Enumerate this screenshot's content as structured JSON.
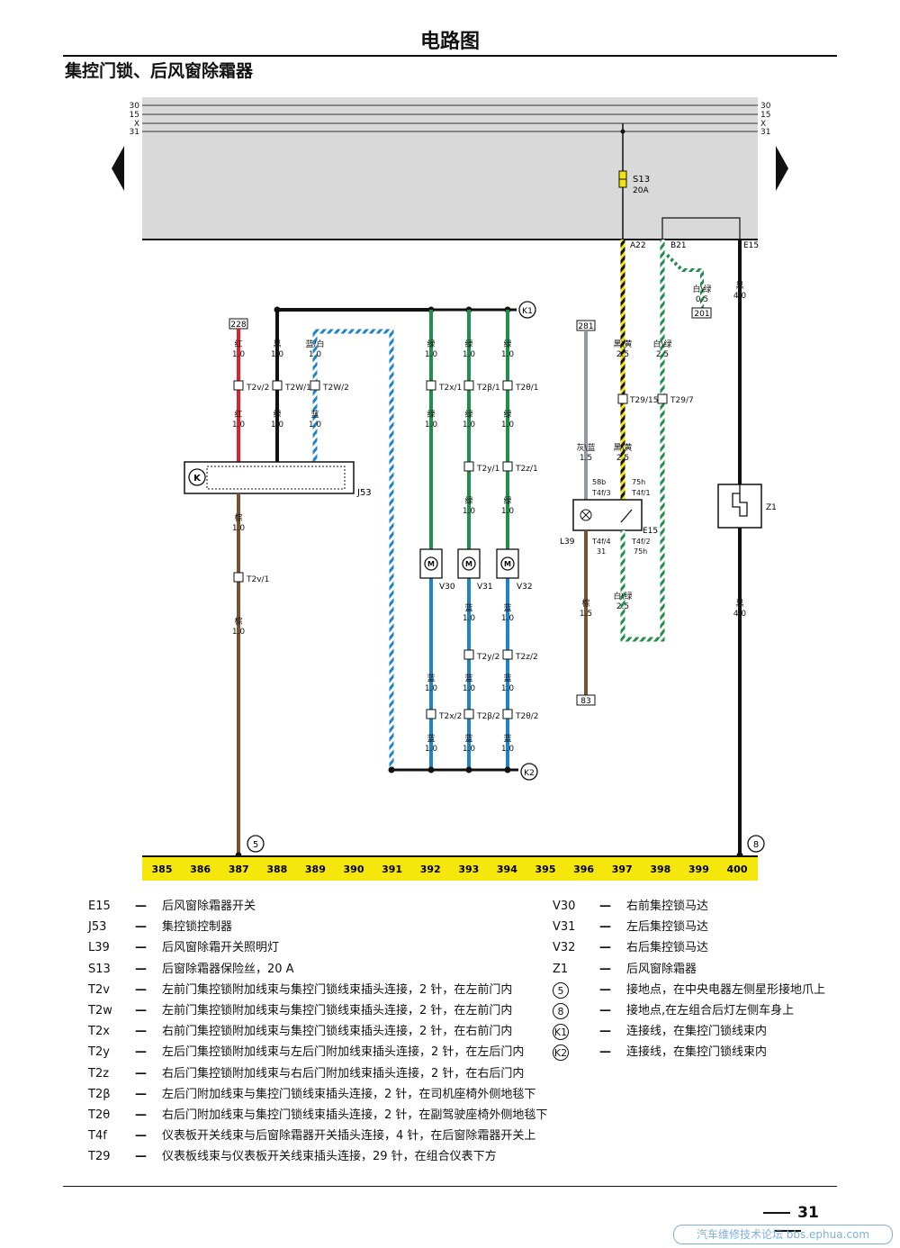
{
  "page": {
    "header": "电路图",
    "subtitle": "集控门锁、后风窗除霜器",
    "page_number": "31",
    "watermark": "汽车维修技术论坛 bbs.ephua.com"
  },
  "bus": {
    "lines": [
      "30",
      "15",
      "X",
      "31"
    ],
    "fuse_label": "S13",
    "fuse_rating": "20A",
    "pins": [
      "A22",
      "B21",
      "E15"
    ]
  },
  "grid": [
    "385",
    "386",
    "387",
    "388",
    "389",
    "390",
    "391",
    "392",
    "393",
    "394",
    "395",
    "396",
    "397",
    "398",
    "399",
    "400"
  ],
  "connectors": {
    "k1": "K1",
    "k2": "K2",
    "g5": "5",
    "g8": "8",
    "ref228": "228",
    "ref281": "281",
    "ref201": "201",
    "ref83": "83"
  },
  "wires": {
    "red_1": "红",
    "black_1": "黑",
    "bluewhite_1": "蓝/白",
    "green": "绿",
    "blue": "蓝",
    "brown": "棕",
    "blackyellow": "黑\\黄",
    "whitegreen": "白\\绿",
    "greyblue": "灰\\蓝",
    "black": "黑",
    "size_10": "1.0",
    "size_15": "1.5",
    "size_25": "2.5",
    "size_40": "4.0",
    "size_05": "0.5"
  },
  "labels": {
    "t2v2": "T2v/2",
    "t2w1": "T2W/1",
    "t2w2": "T2W/2",
    "t2v1": "T2v/1",
    "t2x1": "T2x/1",
    "t2b1": "T2β/1",
    "t2o1": "T2θ/1",
    "t2y1": "T2y/1",
    "t2z1": "T2z/1",
    "t2y2": "T2y/2",
    "t2z2": "T2z/2",
    "t2x2": "T2x/2",
    "t2b2": "T2β/2",
    "t2o2": "T2θ/2",
    "t2915": "T29/15",
    "t297": "T29/7",
    "t4f3": "T4f/3",
    "t4f1": "T4f/1",
    "t4f4": "T4f/4",
    "t4f2": "T4f/2",
    "p58b": "58b",
    "p75h": "75h",
    "p31": "31",
    "p75h_2": "75h",
    "j53": "J53",
    "v30": "V30",
    "v31": "V31",
    "v32": "V32",
    "e15": "E15",
    "l39": "L39",
    "z1": "Z1"
  },
  "legend_left": [
    {
      "code": "E15",
      "desc": "后风窗除霜器开关"
    },
    {
      "code": "J53",
      "desc": "集控锁控制器"
    },
    {
      "code": "L39",
      "desc": "后风窗除霜开关照明灯"
    },
    {
      "code": "S13",
      "desc": "后窗除霜器保险丝，20 A"
    },
    {
      "code": "T2v",
      "desc": "左前门集控锁附加线束与集控门锁线束插头连接，2 针，在左前门内"
    },
    {
      "code": "T2w",
      "desc": "左前门集控锁附加线束与集控门锁线束插头连接，2 针，在左前门内"
    },
    {
      "code": "T2x",
      "desc": "右前门集控锁附加线束与集控门锁线束插头连接，2 针，在右前门内"
    },
    {
      "code": "T2y",
      "desc": "左后门集控锁附加线束与左后门附加线束插头连接，2 针，在左后门内"
    },
    {
      "code": "T2z",
      "desc": "右后门集控锁附加线束与右后门附加线束插头连接，2 针，在右后门内"
    },
    {
      "code": "T2β",
      "desc": "左后门附加线束与集控门锁线束插头连接，2 针，在司机座椅外侧地毯下"
    },
    {
      "code": "T2θ",
      "desc": "右后门附加线束与集控门锁线束插头连接，2 针，在副驾驶座椅外侧地毯下"
    },
    {
      "code": "T4f",
      "desc": "仪表板开关线束与后窗除霜器开关插头连接，4 针，在后窗除霜器开关上"
    },
    {
      "code": "T29",
      "desc": "仪表板线束与仪表板开关线束插头连接，29 针，在组合仪表下方"
    }
  ],
  "legend_right": [
    {
      "code": "V30",
      "desc": "右前集控锁马达"
    },
    {
      "code": "V31",
      "desc": "左后集控锁马达"
    },
    {
      "code": "V32",
      "desc": "右后集控锁马达"
    },
    {
      "code": "Z1",
      "desc": "后风窗除霜器"
    },
    {
      "code": "5",
      "desc": "接地点，在中央电器左侧星形接地爪上"
    },
    {
      "code": "8",
      "desc": "接地点,在左组合后灯左侧车身上"
    },
    {
      "code": "K1",
      "desc": "连接线，在集控门锁线束内"
    },
    {
      "code": "K2",
      "desc": "连接线，在集控门锁线束内"
    }
  ],
  "colors": {
    "panel": "#d9d9d9",
    "red": "#e0202a",
    "green": "#1f8f4a",
    "blue": "#1e84c8",
    "brown": "#7a5230",
    "grey": "#8f9aa6",
    "yellow": "#f4e40a",
    "grid": "#f5e60c"
  }
}
